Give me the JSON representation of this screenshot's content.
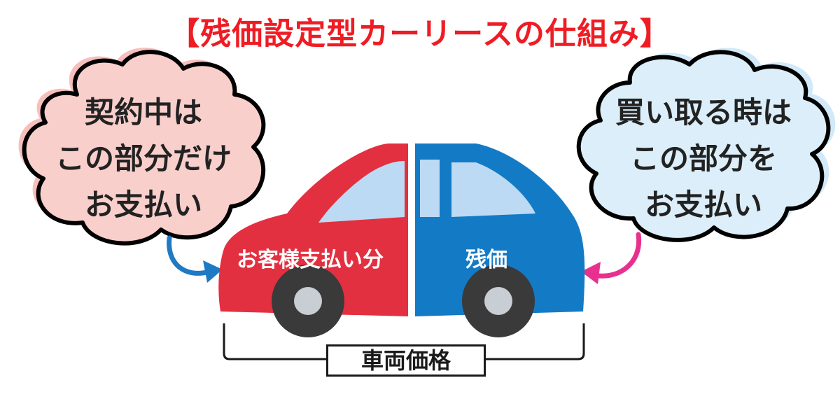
{
  "title": "【残価設定型カーリースの仕組み】",
  "left_cloud": {
    "lines": [
      "契約中は",
      "この部分だけ",
      "お支払い"
    ],
    "color": "#f9cfcc"
  },
  "right_cloud": {
    "lines": [
      "買い取る時は",
      "この部分を",
      "お支払い"
    ],
    "color": "#dbeef9"
  },
  "car": {
    "left_label": "お客様支払い分",
    "right_label": "残価",
    "left_color": "#e33040",
    "right_color": "#137ac5",
    "window_color": "#bcdaf4"
  },
  "bracket_label": "車両価格",
  "colors": {
    "title": "#ef1c24",
    "left_arrow": "#1f7ac4",
    "right_arrow": "#e8318f"
  }
}
